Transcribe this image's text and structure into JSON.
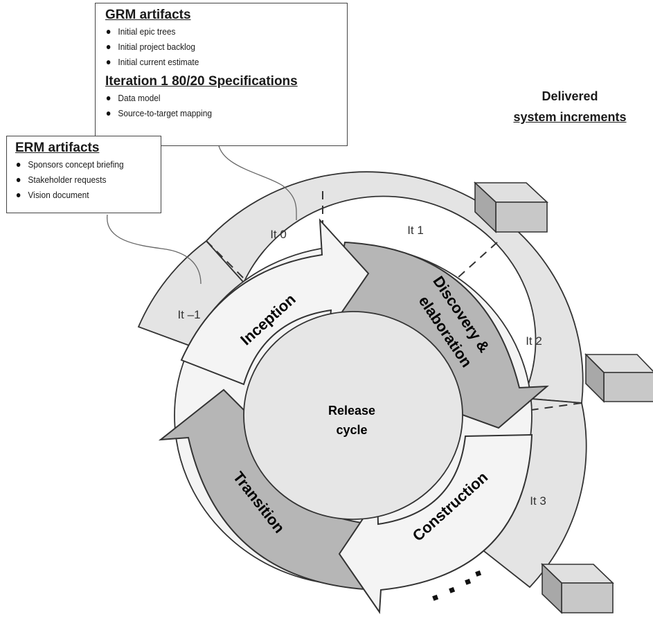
{
  "grm": {
    "title": "GRM artifacts",
    "items": [
      "Initial epic trees",
      "Initial project backlog",
      "Initial current estimate"
    ],
    "spec_title": "Iteration 1 80/20 Specifications",
    "spec_items": [
      "Data model",
      "Source-to-target mapping"
    ]
  },
  "erm": {
    "title": "ERM artifacts",
    "items": [
      "Sponsors concept briefing",
      "Stakeholder requests",
      "Vision document"
    ]
  },
  "delivered": {
    "line1": "Delivered",
    "line2": "system increments"
  },
  "iterations": [
    "It –1",
    "It 0",
    "It 1",
    "It 2",
    "It 3"
  ],
  "phases": {
    "inception": "Inception",
    "discovery_line1": "Discovery &",
    "discovery_line2": "elaboration",
    "construction": "Construction",
    "transition": "Transition"
  },
  "center": {
    "line1": "Release",
    "line2": "cycle"
  },
  "colors": {
    "outer_ring": "#e4e4e4",
    "light_arrow": "#f4f4f4",
    "dark_arrow": "#b6b6b6",
    "center_disc": "#e6e6e6",
    "stroke": "#333333",
    "box_front": "#c8c8c8",
    "box_top": "#e0e0e0",
    "box_side": "#a8a8a8"
  }
}
